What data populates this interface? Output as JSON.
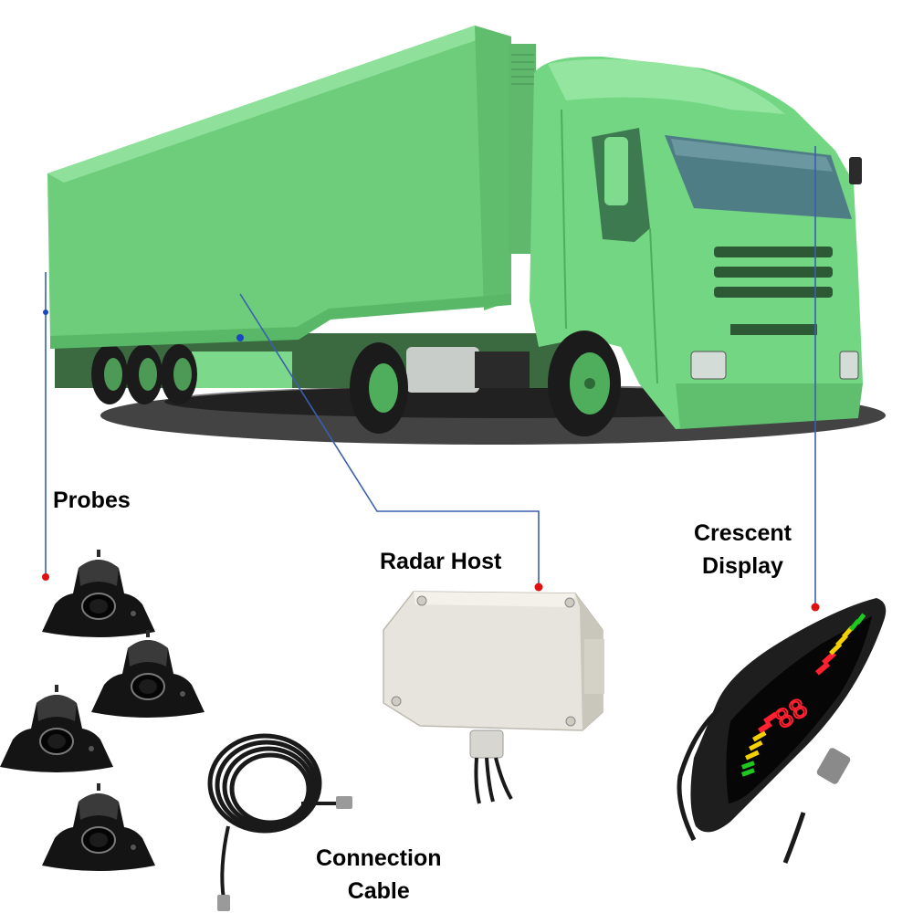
{
  "diagram": {
    "subject": "Truck parking sensor system",
    "vehicle_color": "#6dd47e",
    "leader_line_color": "#3a5fb0",
    "marker_color": "#e01010",
    "labels": {
      "probes": "Probes",
      "radar_host": "Radar Host",
      "crescent_display": "Crescent Display",
      "crescent_display_line1": "Crescent",
      "crescent_display_line2": "Display",
      "connection_cable": "Connection Cable",
      "connection_cable_line1": "Connection",
      "connection_cable_line2": "Cable"
    },
    "components": [
      {
        "name": "Probes",
        "count": 4,
        "color": "#141414"
      },
      {
        "name": "Radar Host",
        "color": "#e6e4dc"
      },
      {
        "name": "Crescent Display",
        "readout": "88",
        "bar_colors": [
          "#1ec81e",
          "#f5d000",
          "#ff2030"
        ]
      },
      {
        "name": "Connection Cable",
        "color": "#1a1a1a"
      }
    ],
    "display": {
      "readout": "88"
    }
  }
}
